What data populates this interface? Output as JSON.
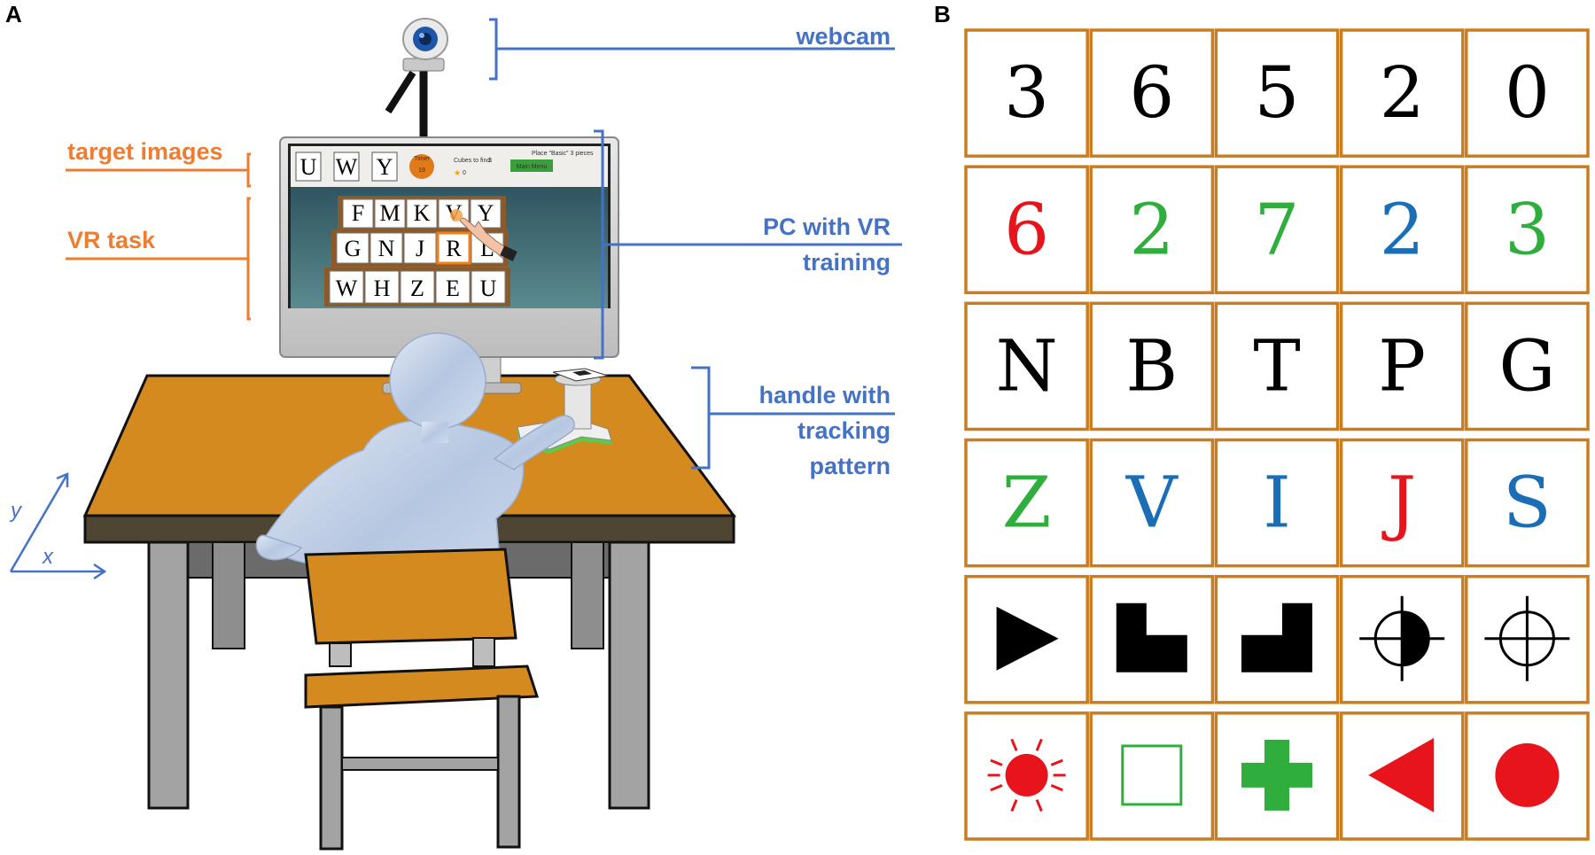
{
  "panels": {
    "a": "A",
    "b": "B"
  },
  "callouts": {
    "webcam": "webcam",
    "target_images": "target images",
    "vr_task": "VR task",
    "pc_line1": "PC with VR",
    "pc_line2": "training",
    "handle_line1": "handle with",
    "handle_line2": "tracking",
    "handle_line3": "pattern"
  },
  "axes": {
    "x": "x",
    "y": "y"
  },
  "screen": {
    "targets": [
      "U",
      "W",
      "Y"
    ],
    "timer_label": "Timer",
    "timer_value": "19",
    "cubes_label": "Cubes to find:",
    "cubes_count": "3",
    "star_count": "0",
    "hint": "Place \"Basic\" 3 pieces",
    "menu_button": "Main Menu",
    "tiles": [
      [
        "F",
        "M",
        "K",
        "V",
        "Y"
      ],
      [
        "G",
        "N",
        "J",
        "R",
        "L"
      ],
      [
        "W",
        "H",
        "Z",
        "E",
        "U"
      ]
    ]
  },
  "colors": {
    "blue_callout": "#4472c4",
    "orange_callout": "#ed7d31",
    "grid_border": "#c97d1e",
    "red": "#e8141c",
    "green": "#2fae3d",
    "blue": "#1a6eb5",
    "black": "#000000",
    "table": "#d48a1f"
  },
  "grid": {
    "rows": [
      [
        {
          "kind": "text",
          "text": "3",
          "color": "#000000"
        },
        {
          "kind": "text",
          "text": "6",
          "color": "#000000"
        },
        {
          "kind": "text",
          "text": "5",
          "color": "#000000"
        },
        {
          "kind": "text",
          "text": "2",
          "color": "#000000"
        },
        {
          "kind": "text",
          "text": "0",
          "color": "#000000"
        }
      ],
      [
        {
          "kind": "text",
          "text": "6",
          "color": "#e8141c"
        },
        {
          "kind": "text",
          "text": "2",
          "color": "#2fae3d"
        },
        {
          "kind": "text",
          "text": "7",
          "color": "#2fae3d"
        },
        {
          "kind": "text",
          "text": "2",
          "color": "#1a6eb5"
        },
        {
          "kind": "text",
          "text": "3",
          "color": "#2fae3d"
        }
      ],
      [
        {
          "kind": "text",
          "text": "N",
          "color": "#000000"
        },
        {
          "kind": "text",
          "text": "B",
          "color": "#000000"
        },
        {
          "kind": "text",
          "text": "T",
          "color": "#000000"
        },
        {
          "kind": "text",
          "text": "P",
          "color": "#000000"
        },
        {
          "kind": "text",
          "text": "G",
          "color": "#000000"
        }
      ],
      [
        {
          "kind": "text",
          "text": "Z",
          "color": "#2fae3d"
        },
        {
          "kind": "text",
          "text": "V",
          "color": "#1a6eb5"
        },
        {
          "kind": "text",
          "text": "I",
          "color": "#1a6eb5"
        },
        {
          "kind": "text",
          "text": "J",
          "color": "#e8141c"
        },
        {
          "kind": "text",
          "text": "S",
          "color": "#1a6eb5"
        }
      ],
      [
        {
          "kind": "shape",
          "shape": "triangle-right",
          "color": "#000000"
        },
        {
          "kind": "shape",
          "shape": "l-shape",
          "color": "#000000"
        },
        {
          "kind": "shape",
          "shape": "l-shape-mirrored",
          "color": "#000000"
        },
        {
          "kind": "shape",
          "shape": "crosshair-half",
          "color": "#000000"
        },
        {
          "kind": "shape",
          "shape": "crosshair",
          "color": "#000000"
        }
      ],
      [
        {
          "kind": "shape",
          "shape": "sun",
          "color": "#e8141c"
        },
        {
          "kind": "shape",
          "shape": "square-outline",
          "color": "#2fae3d"
        },
        {
          "kind": "shape",
          "shape": "cross",
          "color": "#2fae3d"
        },
        {
          "kind": "shape",
          "shape": "triangle-left",
          "color": "#e8141c"
        },
        {
          "kind": "shape",
          "shape": "circle",
          "color": "#e8141c"
        }
      ]
    ]
  }
}
